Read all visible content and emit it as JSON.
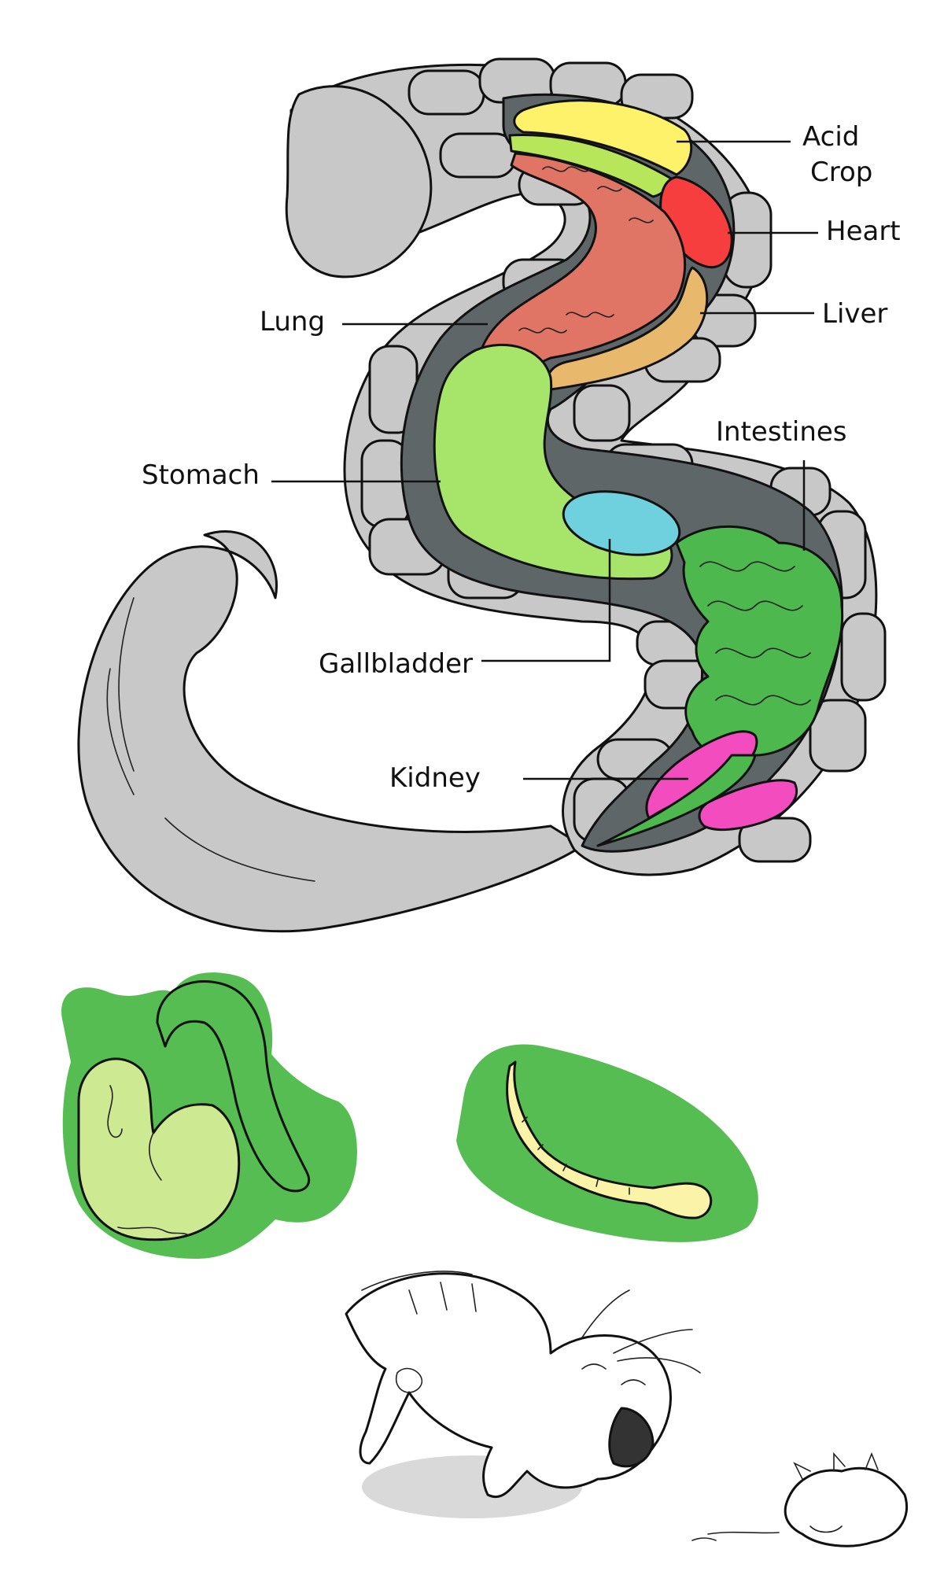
{
  "labels": {
    "acid_crop_line1": "Acid",
    "acid_crop_line2": "Crop",
    "heart": "Heart",
    "liver": "Liver",
    "lung": "Lung",
    "stomach": "Stomach",
    "intestines": "Intestines",
    "gallbladder": "Gallbladder",
    "kidney": "Kidney"
  },
  "colors": {
    "fur": "#c8c8c8",
    "cavity": "#5f6668",
    "acid_crop": "#fdf26a",
    "crop_strip": "#b7e65a",
    "heart": "#f63e3e",
    "liver": "#e8b86c",
    "lung": "#e07565",
    "stomach": "#a6e46a",
    "gallbladder": "#6fd0de",
    "intestines": "#4db84d",
    "kidney": "#f24cbf",
    "organ_detail_bg": "#55bd52",
    "organ_detail_inner": "#cde992",
    "worm": "#fbf4a8"
  }
}
